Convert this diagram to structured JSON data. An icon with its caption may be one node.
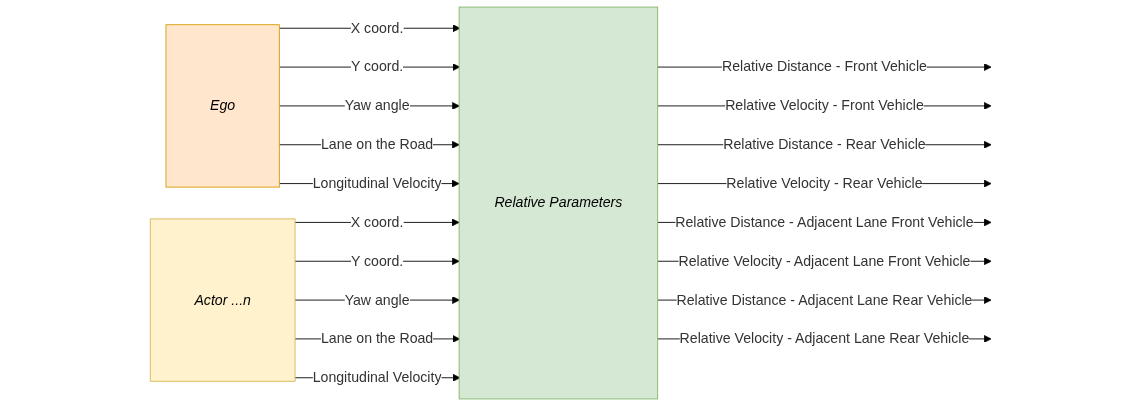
{
  "diagram": {
    "nodes": [
      {
        "text": [
          "Ego"
        ]
      },
      {
        "text": [
          "Actor ...n"
        ]
      },
      {
        "text": [
          "Relative Parameters"
        ]
      }
    ],
    "edges": [
      {
        "from": 0,
        "to": 2,
        "arrow": "to",
        "label": "X coord."
      },
      {
        "from": 0,
        "to": 2,
        "arrow": "to",
        "label": "Y coord."
      },
      {
        "from": 0,
        "to": 2,
        "arrow": "to",
        "label": "Yaw angle"
      },
      {
        "from": 0,
        "to": 2,
        "arrow": "to",
        "label": "Lane on the Road"
      },
      {
        "from": 0,
        "to": 2,
        "arrow": "to",
        "label": "Longitudinal Velocity"
      },
      {
        "from": 1,
        "to": 2,
        "arrow": "to",
        "label": "X coord."
      },
      {
        "from": 1,
        "to": 2,
        "arrow": "to",
        "label": "Y coord."
      },
      {
        "from": 1,
        "to": 2,
        "arrow": "to",
        "label": "Yaw angle"
      },
      {
        "from": 1,
        "to": 2,
        "arrow": "to",
        "label": "Lane on the Road"
      },
      {
        "from": 1,
        "to": 2,
        "arrow": "to",
        "label": "Longitudinal Velocity"
      },
      {
        "from": 2,
        "to": null,
        "arrow": "to",
        "label": "Relative Distance - Front Vehicle"
      },
      {
        "from": 2,
        "to": null,
        "arrow": "to",
        "label": "Relative Velocity - Front Vehicle"
      },
      {
        "from": 2,
        "to": null,
        "arrow": "to",
        "label": "Relative Distance - Rear Vehicle"
      },
      {
        "from": 2,
        "to": null,
        "arrow": "to",
        "label": "Relative Velocity - Rear Vehicle"
      },
      {
        "from": 2,
        "to": null,
        "arrow": "to",
        "label": "Relative Distance - Adjacent Lane Front Vehicle"
      },
      {
        "from": 2,
        "to": null,
        "arrow": "to",
        "label": "Relative Velocity - Adjacent Lane Front Vehicle"
      },
      {
        "from": 2,
        "to": null,
        "arrow": "to",
        "label": "Relative Distance - Adjacent Lane Rear Vehicle"
      },
      {
        "from": 2,
        "to": null,
        "arrow": "to",
        "label": "Relative Velocity - Adjacent Lane Rear Vehicle"
      }
    ]
  }
}
